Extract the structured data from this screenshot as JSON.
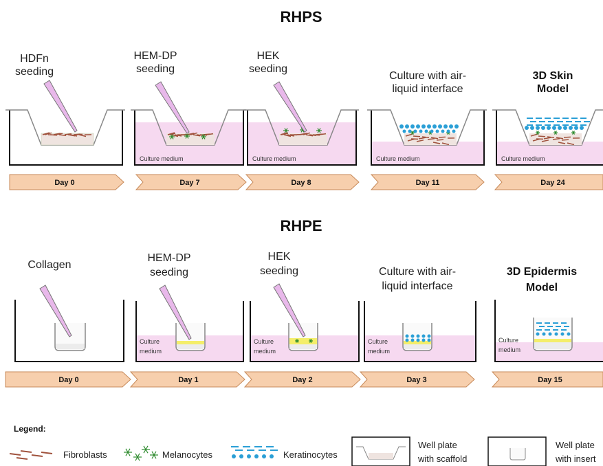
{
  "rhps": {
    "title": "RHPS",
    "steps": [
      {
        "line1": "HDFn",
        "line2": "seeding",
        "day": "Day 0"
      },
      {
        "line1": "HEM-DP",
        "line2": "seeding",
        "day": "Day 7",
        "medium": "Culture  medium"
      },
      {
        "line1": "HEK",
        "line2": "seeding",
        "day": "Day 8",
        "medium": "Culture  medium"
      },
      {
        "line1": "Culture with air-",
        "line2": "liquid interface",
        "day": "Day 11",
        "medium": "Culture  medium"
      },
      {
        "line1": "3D Skin",
        "line2": "Model",
        "day": "Day 24",
        "medium": "Culture  medium"
      }
    ]
  },
  "rhpe": {
    "title": "RHPE",
    "steps": [
      {
        "line1": "Collagen",
        "line2": "",
        "day": "Day 0"
      },
      {
        "line1": "HEM-DP",
        "line2": "seeding",
        "day": "Day 1",
        "medium1": "Culture",
        "medium2": "medium"
      },
      {
        "line1": "HEK",
        "line2": "seeding",
        "day": "Day 2",
        "medium1": "Culture",
        "medium2": "medium"
      },
      {
        "line1": "Culture with air-",
        "line2": "liquid interface",
        "day": "Day 3",
        "medium1": "Culture",
        "medium2": "medium"
      },
      {
        "line1": "3D Epidermis",
        "line2": "Model",
        "day": "Day 15",
        "medium1": "Culture",
        "medium2": "medium"
      }
    ]
  },
  "legend": {
    "title": "Legend:",
    "fibroblasts": "Fibroblasts",
    "melanocytes": "Melanocytes",
    "keratinocytes": "Keratinocytes",
    "scaffold1": "Well plate",
    "scaffold2": "with scaffold",
    "insert1": "Well plate",
    "insert2": "with insert"
  },
  "colors": {
    "medium": "#f6d9f0",
    "arrow_fill": "#f7cfad",
    "arrow_stroke": "#c78a5a",
    "fibroblast": "#a0523d",
    "melanocyte": "#2e8b2e",
    "keratinocyte": "#2a9fd6",
    "pipette": "#e8b8ea",
    "yellow_layer": "#f4ee6a"
  }
}
